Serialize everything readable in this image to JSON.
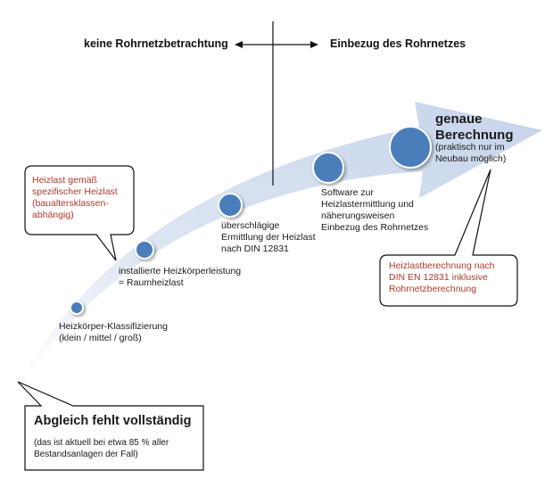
{
  "header": {
    "left": "keine Rohrnetzbetrachtung",
    "right": "Einbezug des Rohrnetzes"
  },
  "stages": [
    {
      "label": "Heizkörper-Klassifizierung\n(klein / mittel / groß)"
    },
    {
      "label": "installierte Heizkörperleistung\n= Raumheizlast"
    },
    {
      "label": "überschlägige\nErmittlung der Heizlast\nnach DIN 12831"
    },
    {
      "label": "Software zur\nHeizlastermittlung und\nnäherungsweisen\nEinbezug des Rohrnetzes"
    },
    {
      "title": "genaue\nBerechnung",
      "label": "(praktisch nur im\nNeubau möglich)"
    }
  ],
  "callouts": {
    "top_left": "Heizlast gemäß\nspezifischer Heizlast\n(baualtersklassen-\nabhängig)",
    "right": "Heizlastberechnung nach\nDIN EN 12831 inklusive\nRohrnetzberechnung",
    "bottom": {
      "title": "Abgleich fehlt vollständig",
      "text": "(das ist aktuell bei etwa 85 % aller\nBestandsanlagen der Fall)"
    }
  },
  "colors": {
    "arrow": "#c9d6ea",
    "circle": "#4a7ebb",
    "circle_stroke": "#ffffff",
    "accent_red": "#b03a2e",
    "text": "#111111"
  }
}
